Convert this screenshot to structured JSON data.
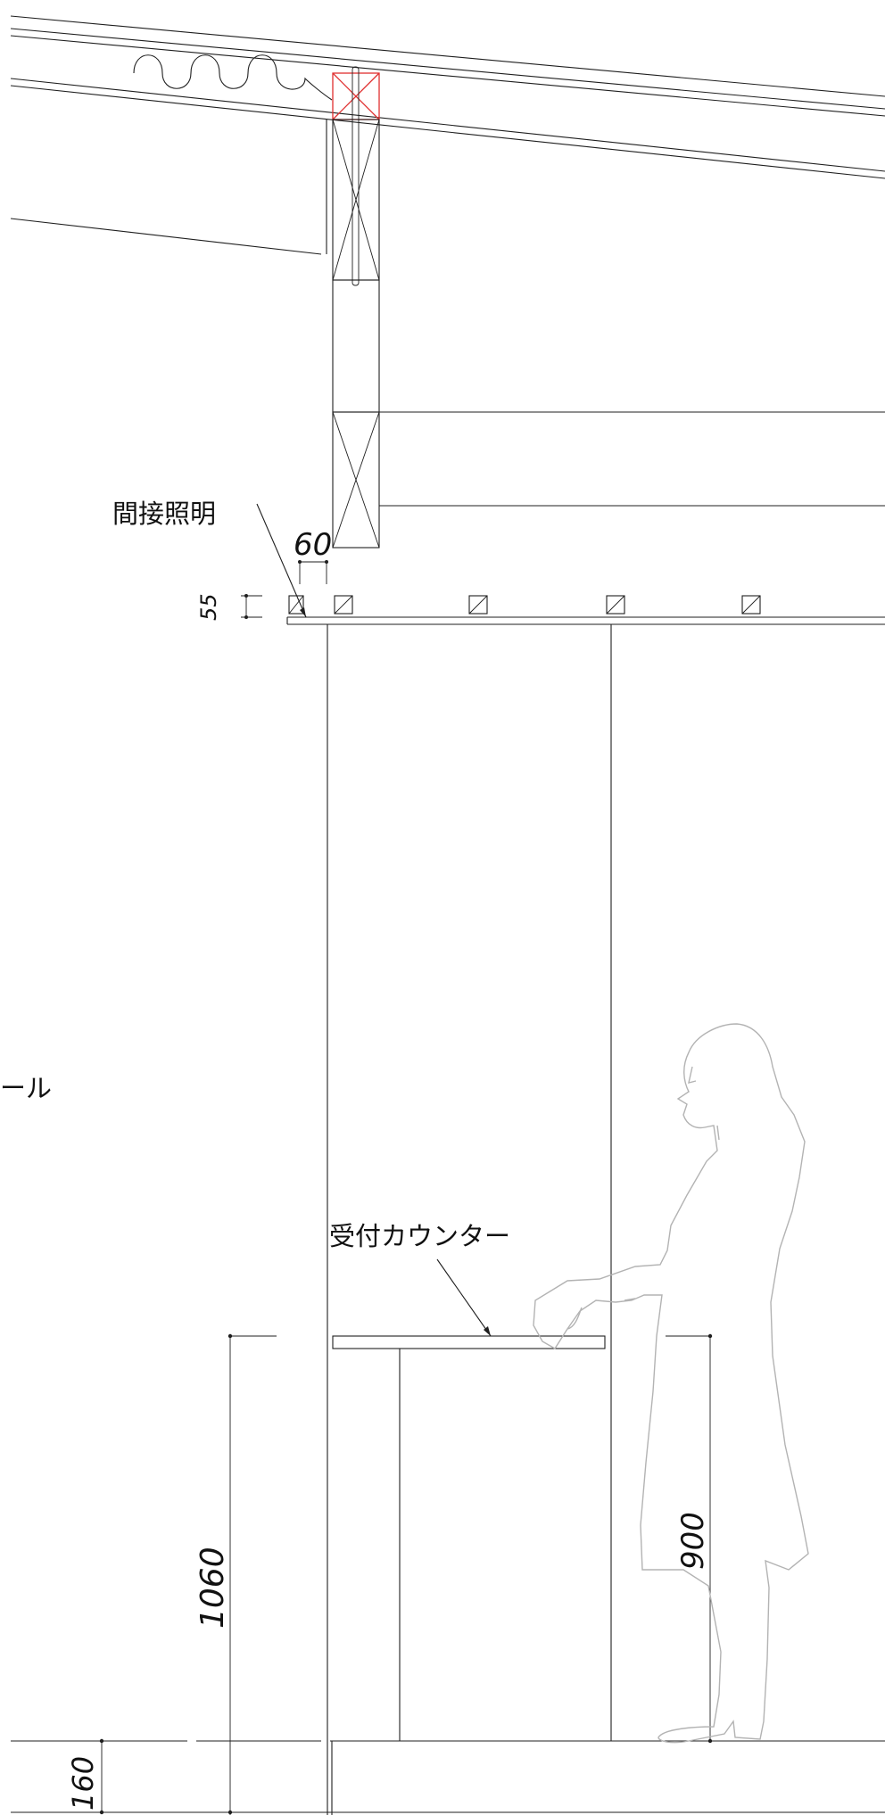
{
  "labels": {
    "indirect_lighting": "間接照明",
    "reception_counter": "受付カウンター",
    "partial_edge_text": "ール"
  },
  "dimensions": {
    "light_gap": "60",
    "light_height": "55",
    "counter_height": "1060",
    "desk_height": "900",
    "floor_step": "160"
  },
  "colors": {
    "line": "#1f1f1f",
    "highlight": "#e03030",
    "person_outline": "#b3b3b3"
  }
}
